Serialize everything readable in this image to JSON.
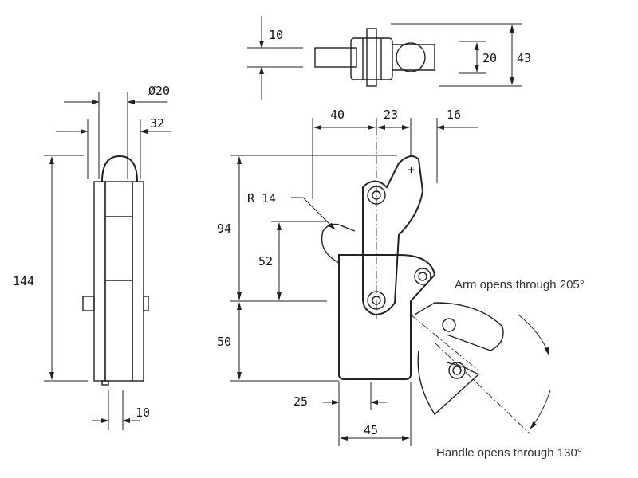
{
  "side_view": {
    "dim_top_dia": "Ø20",
    "dim_top_width": "32",
    "dim_height": "144",
    "dim_bottom_width": "10"
  },
  "top_view": {
    "dim_thickness": "10",
    "dim_inner": "20",
    "dim_outer": "43"
  },
  "front_view": {
    "dim_40": "40",
    "dim_23": "23",
    "dim_16": "16",
    "radius": "R 14",
    "dim_94": "94",
    "dim_52": "52",
    "dim_50": "50",
    "dim_25": "25",
    "dim_45": "45"
  },
  "notes": {
    "arm": "Arm opens through 205°",
    "handle": "Handle opens through 130°"
  }
}
